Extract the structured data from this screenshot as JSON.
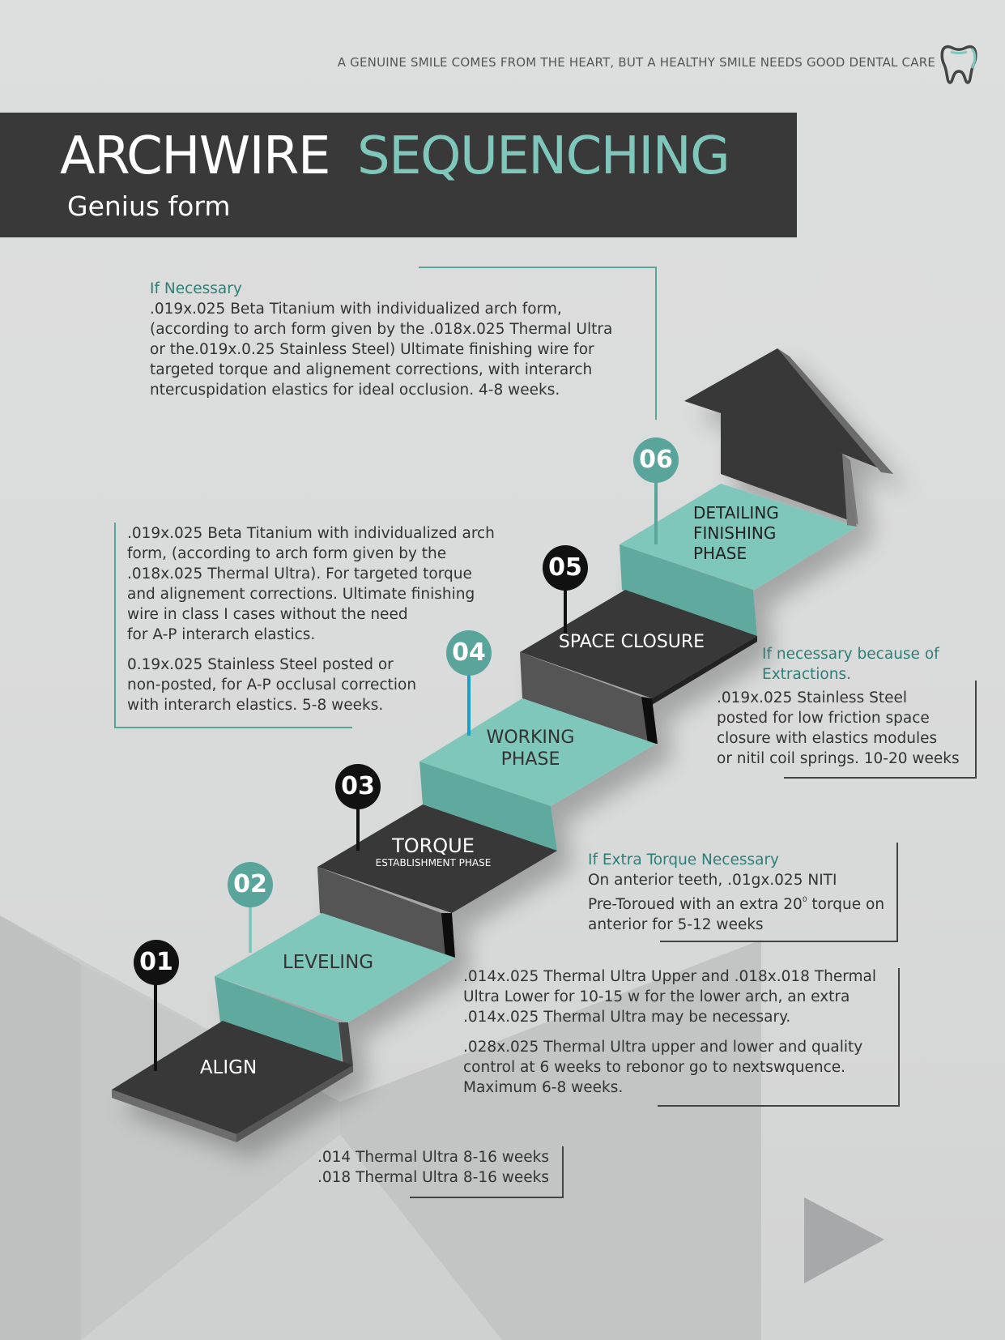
{
  "tagline": "A GENUINE SMILE COMES FROM THE HEART, BUT A HEALTHY SMILE NEEDS GOOD DENTAL CARE",
  "title": {
    "part1": "ARCHWIRE",
    "part2": "SEQUENCHING",
    "subtitle": "Genius form"
  },
  "colors": {
    "teal": "#7fc6bb",
    "teal_dark": "#5aa59b",
    "dark": "#393939",
    "text_accent": "#2e7f78",
    "marker_blue": "#1aa0c8"
  },
  "icons": {
    "logo": "tooth-icon",
    "next": "play-arrow-icon"
  },
  "steps": [
    {
      "number": "01",
      "label": "ALIGN",
      "sublabel": ""
    },
    {
      "number": "02",
      "label": "LEVELING",
      "sublabel": ""
    },
    {
      "number": "03",
      "label": "TORQUE",
      "sublabel": "ESTABLISHMENT PHASE"
    },
    {
      "number": "04",
      "label": "WORKING PHASE",
      "label_lines": [
        "WORKING",
        "PHASE"
      ],
      "sublabel": ""
    },
    {
      "number": "05",
      "label": "SPACE CLOSURE",
      "sublabel": ""
    },
    {
      "number": "06",
      "label": "DETAILING FINISHING PHASE",
      "label_lines": [
        "DETAILING",
        "FINISHING",
        "PHASE"
      ],
      "sublabel": ""
    }
  ],
  "notes": {
    "step6": {
      "heading": "If Necessary",
      "lines": [
        ".019x.025 Beta Titanium with individualized arch form,",
        "(according to arch form given by the .018x.025 Thermal Ultra",
        "or the.019x.0.25 Stainless Steel) Ultimate finishing wire for",
        "targeted torque and alignement corrections, with interarch",
        "ntercuspidation elastics for ideal occlusion. 4-8 weeks."
      ]
    },
    "step4": {
      "para1": [
        ".019x.025 Beta Titanium with individualized arch",
        "form, (according to arch form given by the",
        ".018x.025 Thermal Ultra). For targeted torque",
        "and alignement corrections. Ultimate finishing",
        "wire in class I cases without the need",
        "for A-P interarch elastics."
      ],
      "para2": [
        "0.19x.025 Stainless Steel posted or",
        "non-posted, for A-P occlusal correction",
        "with interarch elastics. 5-8 weeks."
      ]
    },
    "step5": {
      "heading_lines": [
        "If necessary because of",
        "Extractions."
      ],
      "lines": [
        ".019x.025 Stainless Steel",
        "posted for low friction space",
        "closure with elastics modules",
        "or nitil coil springs. 10-20 weeks"
      ]
    },
    "step3": {
      "heading": "If Extra Torque Necessary",
      "line1": "On anterior teeth, .01gx.025 NITI",
      "line2_pre": "Pre-Toroued with an extra 20",
      "line2_sup": "0",
      "line2_post": " torque on",
      "line3": "anterior for 5-12 weeks"
    },
    "step2": {
      "para1": [
        ".014x.025 Thermal Ultra Upper and .018x.018 Thermal",
        "Ultra Lower for 10-15 w for the lower arch, an extra",
        ".014x.025 Thermal Ultra may be necessary."
      ],
      "para2": [
        ".028x.025 Thermal Ultra upper and lower and quality",
        "control at 6 weeks to rebonor go to nextswquence.",
        "Maximum 6-8 weeks."
      ]
    },
    "step1": {
      "lines": [
        ".014 Thermal Ultra 8-16 weeks",
        ".018 Thermal Ultra 8-16 weeks"
      ]
    }
  }
}
